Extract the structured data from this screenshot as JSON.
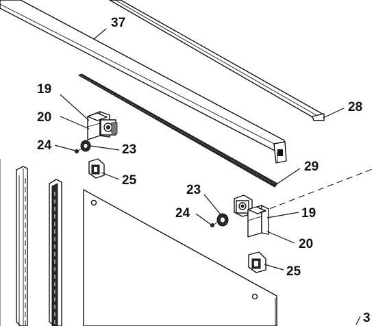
{
  "callouts": {
    "c37": "37",
    "c28": "28",
    "c29": "29",
    "c19_left": "19",
    "c20_left": "20",
    "c24_left": "24",
    "c23_left": "23",
    "c25_left": "25",
    "c23_right": "23",
    "c24_right": "24",
    "c19_right": "19",
    "c20_right": "20",
    "c25_right": "25",
    "c3_partial": "3"
  },
  "colors": {
    "ink": "#111111",
    "background": "#ffffff"
  }
}
